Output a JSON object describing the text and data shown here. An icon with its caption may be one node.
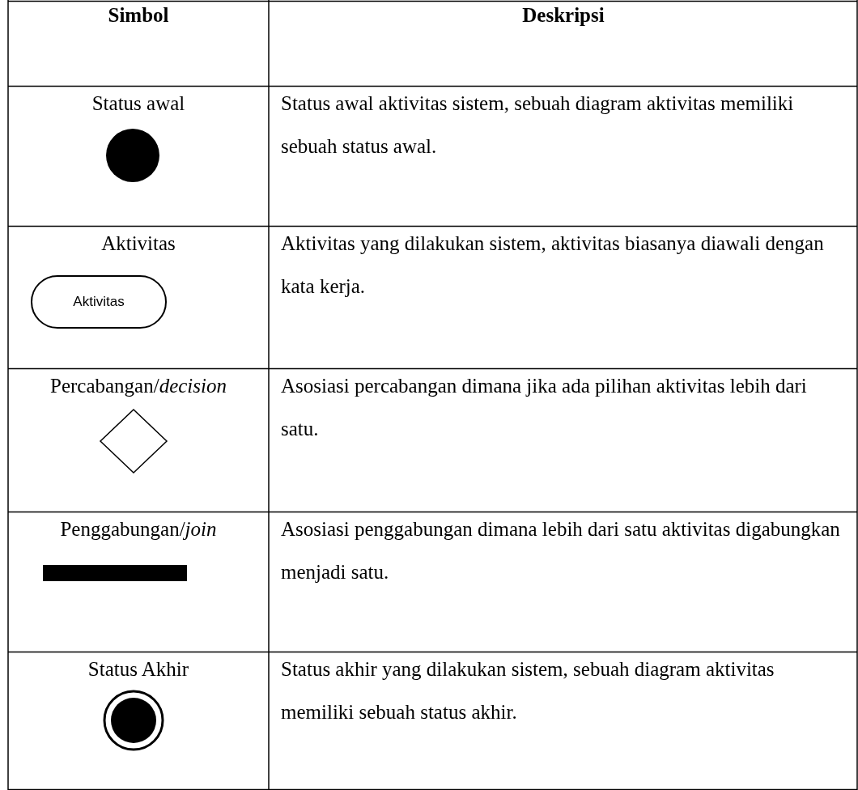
{
  "diagram": {
    "nodes": [
      {
        "text": [],
        "shape": "circle"
      },
      {
        "text": [
          "Aktivitas"
        ]
      },
      {
        "text": [],
        "shape": "diamond"
      },
      {
        "text": [],
        "shape": "bar"
      },
      {
        "text": [],
        "shape": "bullseye"
      }
    ],
    "labels": [
      "Simbol",
      "Deskripsi",
      "Status awal",
      "Status awal aktivitas sistem, sebuah diagram aktivitas memiliki sebuah status awal.",
      "Aktivitas",
      "Aktivitas yang dilakukan sistem, aktivitas biasanya diawali dengan kata kerja.",
      "Percabangan/*decision*",
      "Asosiasi percabangan dimana jika ada pilihan aktivitas lebih dari satu.",
      "Penggabungan/*join*",
      "Asosiasi penggabungan dimana lebih dari satu aktivitas digabungkan menjadi satu.",
      "Status Akhir",
      "Status akhir yang dilakukan sistem, sebuah diagram aktivitas memiliki sebuah status akhir."
    ]
  }
}
